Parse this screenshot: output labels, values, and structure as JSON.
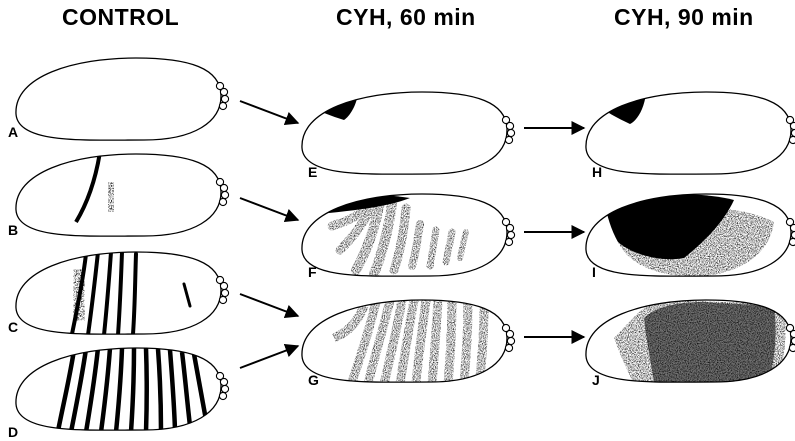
{
  "headers": {
    "control": "CONTROL",
    "cyh60": "CYH, 60 min",
    "cyh90": "CYH, 90 min"
  },
  "panels": {
    "A": "A",
    "B": "B",
    "C": "C",
    "D": "D",
    "E": "E",
    "F": "F",
    "G": "G",
    "H": "H",
    "I": "I",
    "J": "J"
  },
  "colors": {
    "ink": "#000000",
    "paper": "#ffffff"
  }
}
